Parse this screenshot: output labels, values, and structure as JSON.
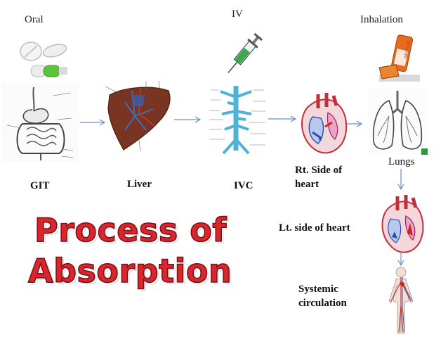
{
  "routes": {
    "oral": "Oral",
    "iv": "IV",
    "inhalation": "Inhalation"
  },
  "organs": {
    "git": "GIT",
    "liver": "Liver",
    "ivc": "IVC",
    "rt_heart_line1": "Rt. Side of",
    "rt_heart_line2": "heart",
    "lungs": "Lungs",
    "lt_heart": "Lt. side of heart",
    "systemic_line1": "Systemic",
    "systemic_line2": "circulation"
  },
  "title": {
    "line1": "Process of",
    "line2": "Absorption"
  },
  "logos": {
    "inhaler_label": "INHALER"
  },
  "colors": {
    "title": "#d8262e",
    "arrow": "#6a8fc0",
    "liver": "#7a3522",
    "heart_red": "#d0202a",
    "heart_blue": "#2a4fb0"
  }
}
